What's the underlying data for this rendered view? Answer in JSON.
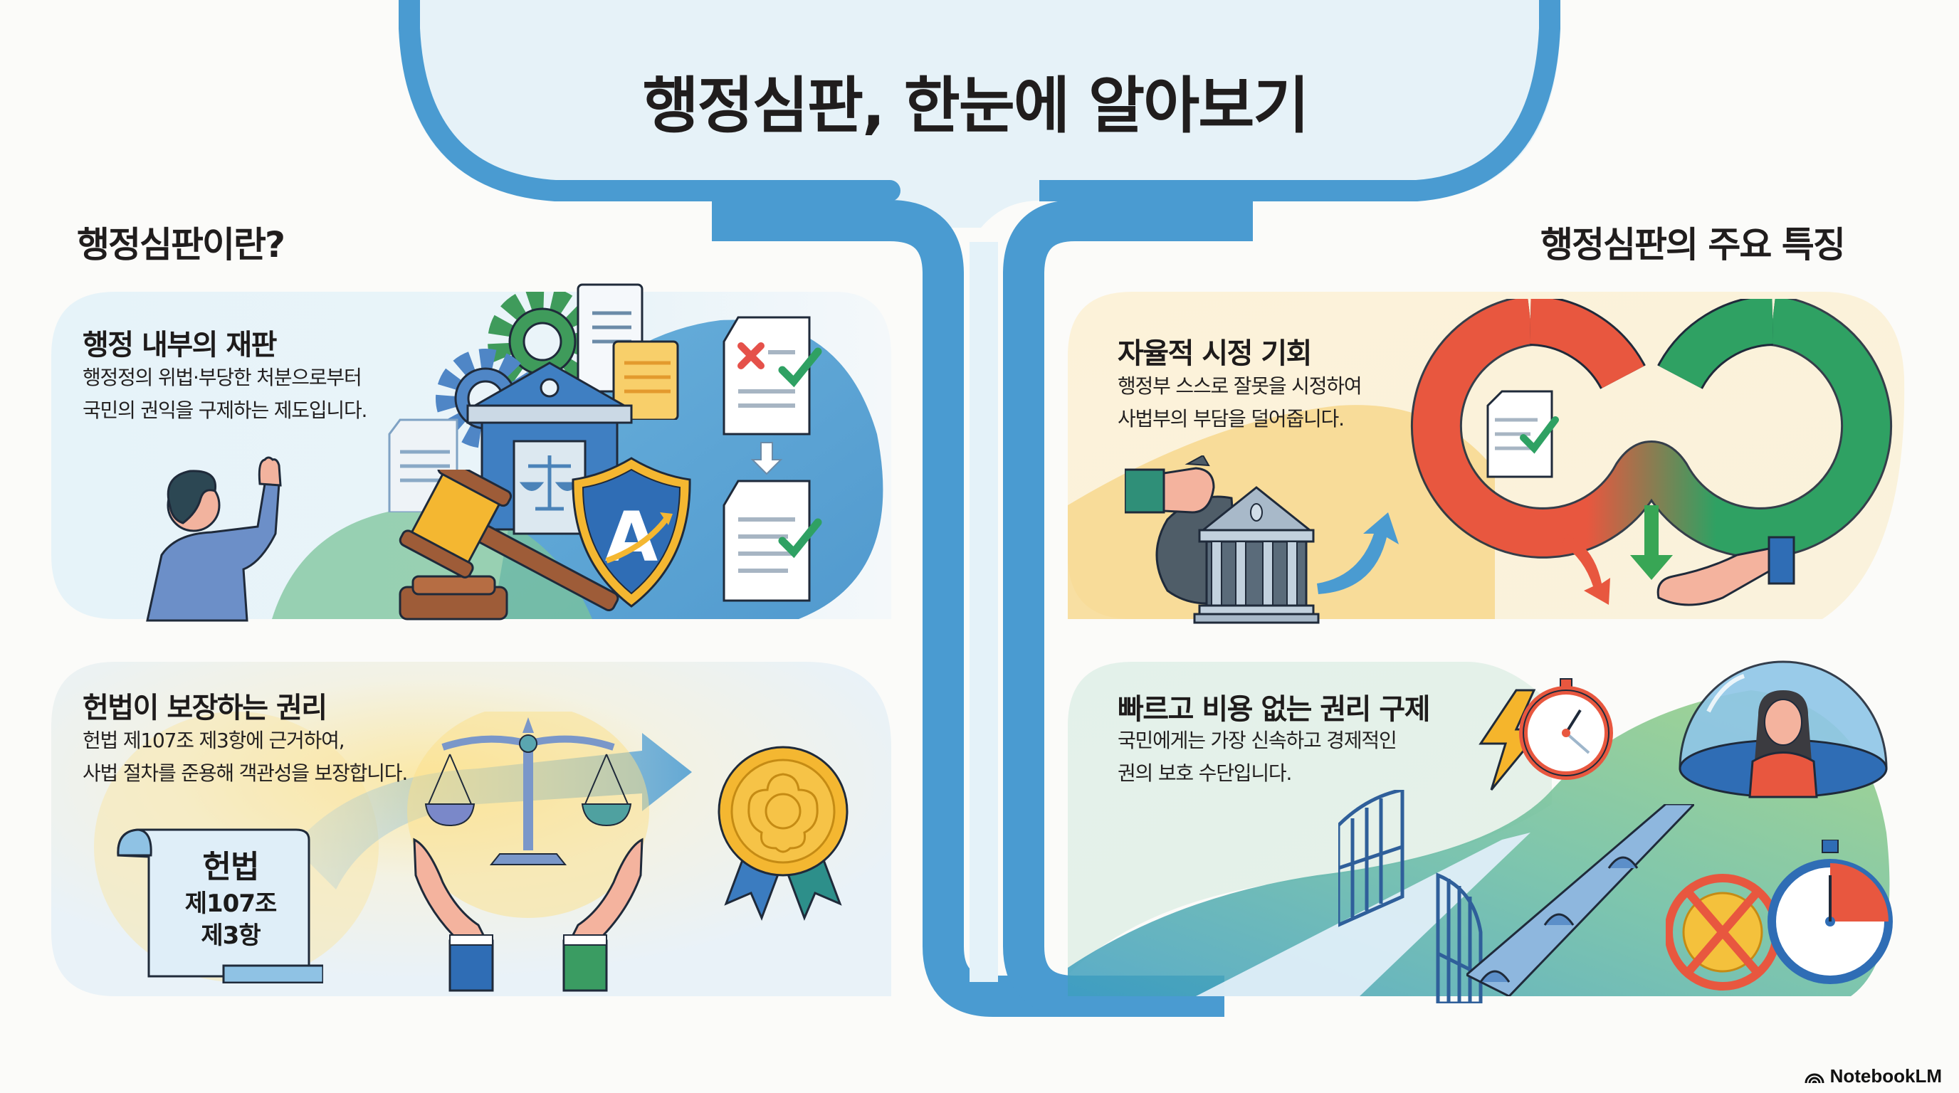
{
  "header": {
    "title": "행정심판, 한눈에 알아보기"
  },
  "left_section": {
    "title": "행정심판이란?",
    "cards": [
      {
        "title": "행정 내부의 재판",
        "body_lines": [
          "행정정의 위법·부당한 처분으로부터",
          "국민의 권익을 구제하는 제도입니다."
        ],
        "illustration_icons": [
          "raising-hand-person-icon",
          "gear-icon",
          "document-icon",
          "court-building-icon",
          "scales-icon",
          "gavel-icon",
          "shield-a-icon",
          "rejected-document-icon",
          "approved-document-icon",
          "down-arrow-icon"
        ]
      },
      {
        "title": "헌법이 보장하는 권리",
        "body_lines": [
          "헌법 제107조 제3항에 근거하여,",
          "사법 절차를 준용해 객관성을 보장합니다."
        ],
        "scroll": {
          "line1": "헌법",
          "line2": "제107조",
          "line3": "제3항"
        },
        "illustration_icons": [
          "constitution-scroll-icon",
          "scales-of-justice-icon",
          "open-hands-icon",
          "right-arrow-icon",
          "gold-medal-icon"
        ]
      }
    ]
  },
  "right_section": {
    "title": "행정심판의 주요 특징",
    "cards": [
      {
        "title": "자율적 시정 기회",
        "body_lines": [
          "행정부 스스로 잘못을 시정하여",
          "사법부의 부담을 덜어줍니다."
        ],
        "illustration_icons": [
          "money-bag-hand-icon",
          "court-building-icon",
          "curved-arrow-icon",
          "infinity-cycle-icon",
          "checked-document-icon",
          "receiving-hand-icon"
        ]
      },
      {
        "title": "빠르고 비용 없는 권리 구제",
        "body_lines": [
          "국민에게는 가장 신속하고 경제적인",
          "권의 보호 수단입니다."
        ],
        "illustration_icons": [
          "lightning-icon",
          "stopwatch-icon",
          "protected-person-dome-icon",
          "open-gate-icon",
          "bridge-path-icon",
          "no-coin-icon",
          "timer-icon"
        ]
      }
    ]
  },
  "colors": {
    "frame_blue": "#4a9bd1",
    "title_panel_bg": "#e6f2f8",
    "card1_bg": "#e4f1f8",
    "card2_bg": "#f8f1dc",
    "card3_bg": "#fbf1d6",
    "card4_bg": "#e2f0e6",
    "red_cycle": "#e8573f",
    "green_cycle": "#2fa163",
    "gold": "#f3b72c"
  },
  "footer": {
    "brand": "NotebookLM"
  }
}
